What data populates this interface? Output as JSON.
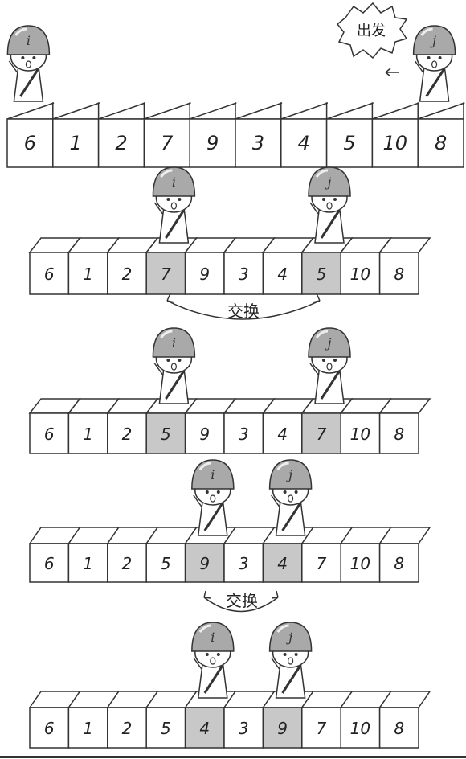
{
  "rows": [
    {
      "values": [
        "6",
        "1",
        "2",
        "7",
        "9",
        "3",
        "4",
        "5",
        "10",
        "8"
      ],
      "highlight": [],
      "i_index": 0,
      "j_index": 9
    },
    {
      "values": [
        "6",
        "1",
        "2",
        "7",
        "9",
        "3",
        "4",
        "5",
        "10",
        "8"
      ],
      "highlight": [
        3,
        7
      ],
      "i_index": 3,
      "j_index": 7
    },
    {
      "values": [
        "6",
        "1",
        "2",
        "5",
        "9",
        "3",
        "4",
        "7",
        "10",
        "8"
      ],
      "highlight": [
        3,
        7
      ],
      "i_index": 3,
      "j_index": 7
    },
    {
      "values": [
        "6",
        "1",
        "2",
        "5",
        "9",
        "3",
        "4",
        "7",
        "10",
        "8"
      ],
      "highlight": [
        4,
        6
      ],
      "i_index": 4,
      "j_index": 6
    },
    {
      "values": [
        "6",
        "1",
        "2",
        "5",
        "4",
        "3",
        "9",
        "7",
        "10",
        "8"
      ],
      "highlight": [
        4,
        6
      ],
      "i_index": 4,
      "j_index": 6
    }
  ],
  "swap_label": "交换",
  "start_label": "出发",
  "pointer_i": "i",
  "pointer_j": "j",
  "colors": {
    "highlight": "#c8c8c8",
    "stroke": "#333333",
    "top": "#ffffff",
    "helmet": "#a9a9a9"
  }
}
